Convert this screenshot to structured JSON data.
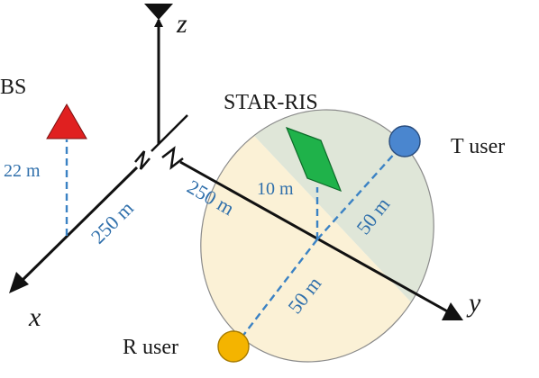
{
  "axes": {
    "x_label": "x",
    "y_label": "y",
    "z_label": "z"
  },
  "labels": {
    "bs": "BS",
    "star_ris": "STAR-RIS",
    "t_user": "T user",
    "r_user": "R user"
  },
  "distances": {
    "bs_height": "22 m",
    "x_offset": "250 m",
    "y_offset": "250 m",
    "ris_height": "10 m",
    "t_user_dist": "50 m",
    "r_user_dist": "50 m"
  },
  "colors": {
    "bs": "#e02020",
    "ris": "#1fb24a",
    "t_user": "#4a86cf",
    "r_user": "#f4b400",
    "top_half": "#dfe6d8",
    "bottom_half": "#fbf1d6",
    "dashed": "#3b82c4"
  }
}
